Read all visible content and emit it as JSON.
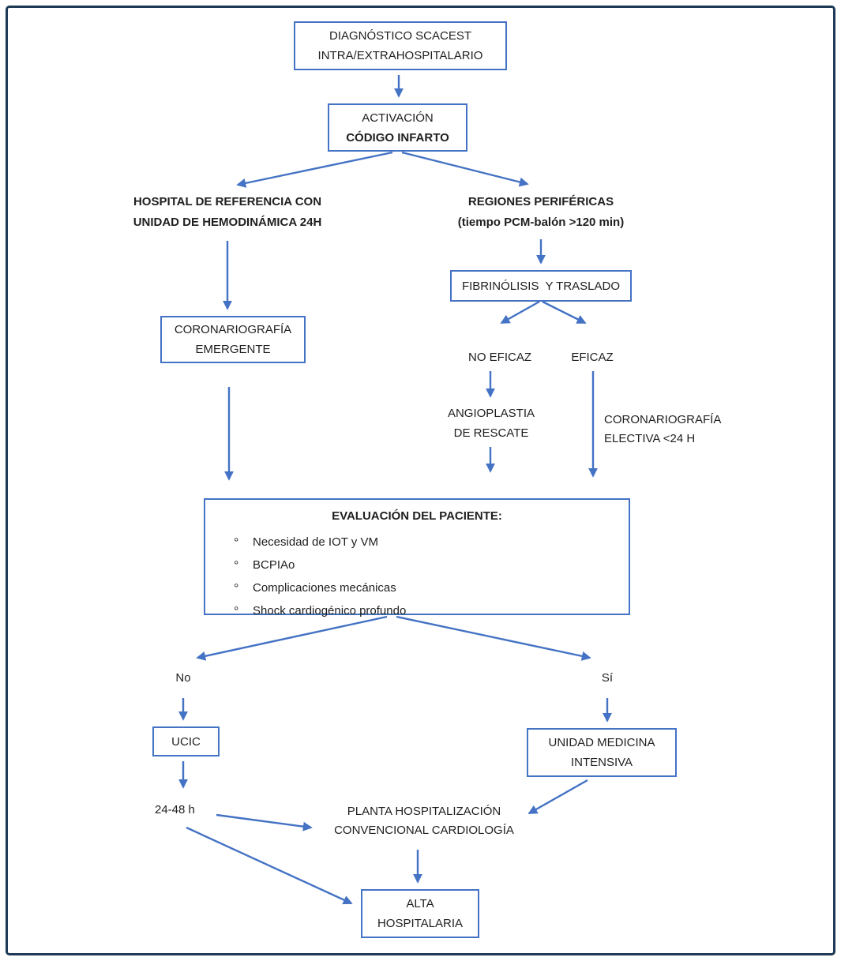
{
  "colors": {
    "arrow": "#4472C4",
    "box_border": "#4472C4",
    "outer_frame": "#1f3a54",
    "text": "#1f1f1f",
    "background": "#ffffff"
  },
  "nodes": {
    "diagnostico": {
      "line1": "DIAGNÓSTICO SCACEST",
      "line2": "INTRA/EXTRAHOSPITALARIO"
    },
    "activacion": {
      "line1": "ACTIVACIÓN",
      "line2": "CÓDIGO INFARTO"
    },
    "hospital_referencia": {
      "line1": "HOSPITAL DE REFERENCIA CON",
      "line2": "UNIDAD DE HEMODINÁMICA 24H"
    },
    "regiones_perifericas": {
      "line1": "REGIONES PERIFÉRICAS",
      "line2": "(tiempo PCM-balón >120 min)"
    },
    "coronariografia_emergente": {
      "line1": "CORONARIOGRAFÍA",
      "line2": "EMERGENTE"
    },
    "fibrinolisis": {
      "line1": "FIBRINÓLISIS  Y TRASLADO"
    },
    "no_eficaz": {
      "line1": "NO EFICAZ"
    },
    "eficaz": {
      "line1": "EFICAZ"
    },
    "angioplastia_rescate": {
      "line1": "ANGIOPLASTIA",
      "line2": "DE RESCATE"
    },
    "coronariografia_electiva": {
      "line1": "CORONARIOGRAFÍA",
      "line2": "ELECTIVA <24 H"
    },
    "evaluacion": {
      "title": "EVALUACIÓN DEL PACIENTE:",
      "bullet_char": "°",
      "bullets": [
        "Necesidad de IOT y VM",
        "BCPIAo",
        "Complicaciones mecánicas",
        "Shock cardiogénico profundo"
      ]
    },
    "no": {
      "line1": "No"
    },
    "si": {
      "line1": "Sí"
    },
    "ucic": {
      "line1": "UCIC"
    },
    "unidad_medicina_intensiva": {
      "line1": "UNIDAD MEDICINA",
      "line2": "INTENSIVA"
    },
    "h24_48": {
      "line1": "24-48 h"
    },
    "planta_hospitalizacion": {
      "line1": "PLANTA HOSPITALIZACIÓN",
      "line2": "CONVENCIONAL CARDIOLOGÍA"
    },
    "alta_hospitalaria": {
      "line1": "ALTA",
      "line2": "HOSPITALARIA"
    }
  }
}
